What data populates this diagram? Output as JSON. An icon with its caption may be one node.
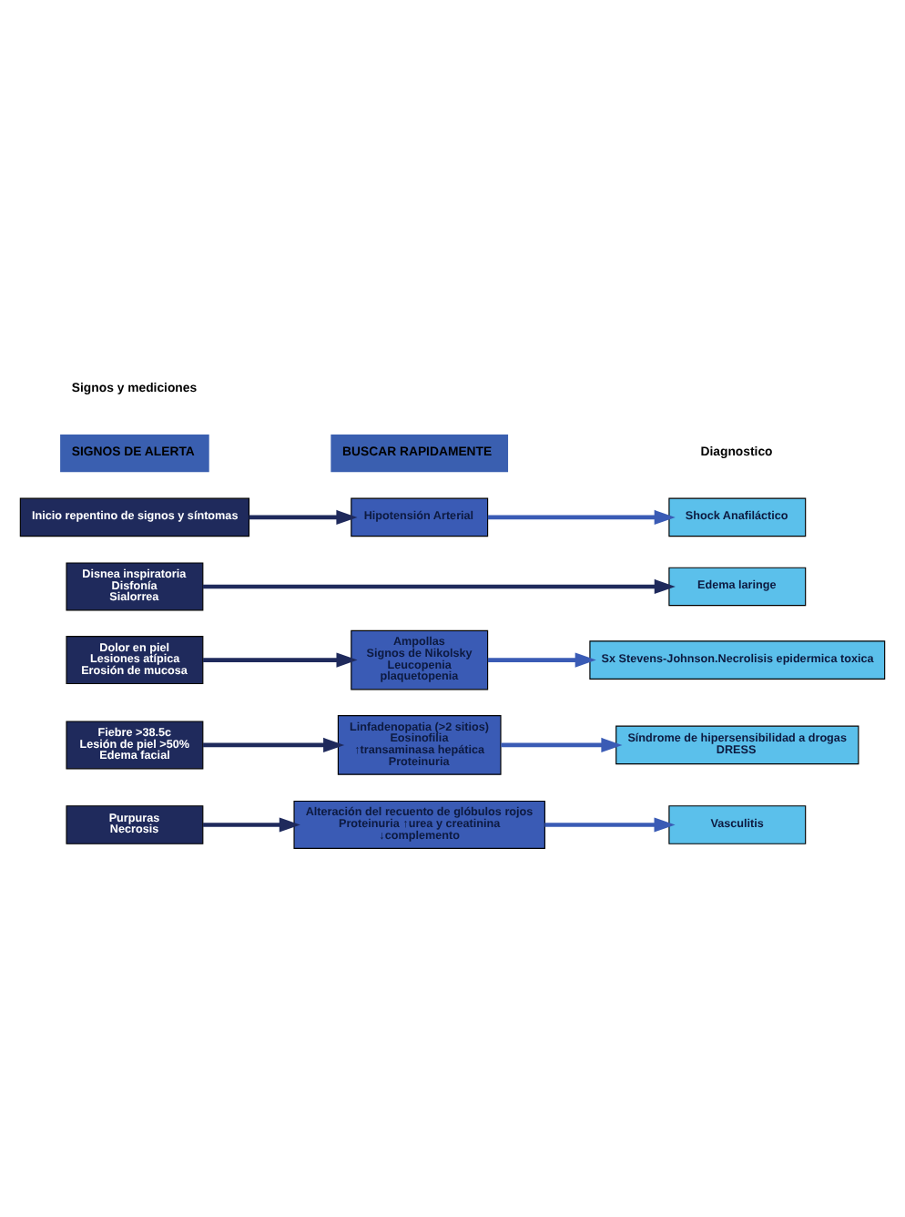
{
  "diagram": {
    "nodes": [
      {
        "text": [
          "Inicio repentino de signos y síntomas"
        ]
      },
      {
        "text": [
          "Hipotensión Arterial"
        ]
      },
      {
        "text": [
          "Shock Anafiláctico"
        ]
      },
      {
        "text": [
          "Disnea inspiratoria",
          "Disfonía",
          "Sialorrea"
        ]
      },
      {
        "text": [
          "Edema laringe"
        ]
      },
      {
        "text": [
          "Dolor en piel",
          "Lesiones atípica",
          "Erosión de mucosa"
        ]
      },
      {
        "text": [
          "Ampollas",
          "Signos de Nikolsky",
          "Leucopenia",
          "plaquetopenia"
        ]
      },
      {
        "text": [
          "Sx Stevens-Johnson.Necrolisis epidermica toxica"
        ]
      },
      {
        "text": [
          "Fiebre >38.5c",
          "Lesión de piel >50%",
          "Edema facial"
        ]
      },
      {
        "text": [
          "Linfadenopatia (>2 sitios)",
          "Eosinofilia",
          "↑transaminasa hepática",
          "Proteinuria"
        ]
      },
      {
        "text": [
          "Síndrome de hipersensibilidad a drogas",
          "DRESS"
        ]
      },
      {
        "text": [
          "Purpuras",
          "Necrosis"
        ]
      },
      {
        "text": [
          "Alteración del recuento de glóbulos rojos",
          "Proteinuria ↑urea y creatinina",
          "↓complemento"
        ]
      },
      {
        "text": [
          "Vasculitis"
        ]
      }
    ],
    "edges": [
      {
        "from": 0,
        "to": 1,
        "arrow": "to"
      },
      {
        "from": 1,
        "to": 2,
        "arrow": "to",
        "color": "#3a5bb5"
      },
      {
        "from": 3,
        "to": 4,
        "arrow": "to"
      },
      {
        "from": 5,
        "to": 6,
        "arrow": "to"
      },
      {
        "from": 6,
        "to": 7,
        "arrow": "to",
        "color": "#3a5bb5"
      },
      {
        "from": 8,
        "to": 9,
        "arrow": "to"
      },
      {
        "from": 9,
        "to": 10,
        "arrow": "to",
        "color": "#3a5bb5"
      },
      {
        "from": 11,
        "to": 12,
        "arrow": "to"
      },
      {
        "from": 12,
        "to": 13,
        "arrow": "to",
        "color": "#3a5bb5"
      }
    ],
    "labels": [
      "SIGNOS DE ALERTA",
      "BUSCAR RAPIDAMENTE",
      "Signos y mediciones",
      "Diagnostico"
    ]
  }
}
